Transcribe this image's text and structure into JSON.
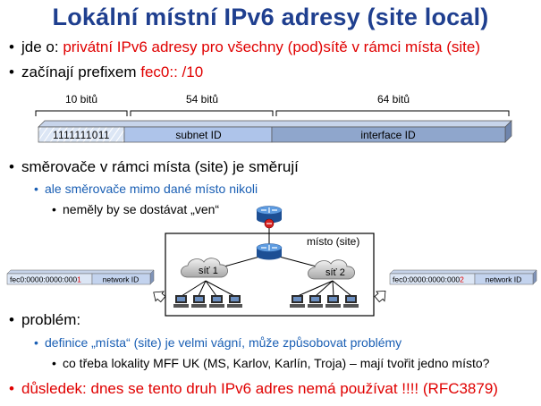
{
  "title": "Lokální místní IPv6 adresy (site local)",
  "bullets": {
    "b1_prefix": "jde o: ",
    "b1_red": "privátní IPv6 adresy pro všechny (pod)sítě v rámci místa (site)",
    "b2_prefix": "začínají prefixem ",
    "b2_red": "fec0:: /10",
    "b3": "směrovače v rámci místa (site) je směrují",
    "b3_sub1": "ale směrovače mimo dané místo nikoli",
    "b3_sub2": "neměly by se dostávat „ven“",
    "b4": "problém:",
    "b4_sub1": "definice „místa“ (site) je velmi vágní, může způsobovat problémy",
    "b4_sub2": "co třeba lokality MFF UK (MS, Karlov, Karlín, Troja) – mají tvořit jedno místo?",
    "b5": "důsledek: dnes se tento druh IPv6 adres nemá používat !!!! (RFC3879)"
  },
  "address_bar": {
    "width_labels": [
      "10 bitů",
      "54 bitů",
      "64 bitů"
    ],
    "prefix_bits": "1111111011",
    "subnet_label": "subnet ID",
    "interface_label": "interface ID"
  },
  "network": {
    "site_label": "místo (site)",
    "net1": "síť 1",
    "net2": "síť 2",
    "left_addr_prefix": "fec0:0000:0000:000",
    "left_addr_last": "1",
    "right_addr_prefix": "fec0:0000:0000:000",
    "right_addr_last": "2",
    "network_id": "network ID"
  },
  "colors": {
    "title": "#1f3f8f",
    "accent_red": "#e00000",
    "sub_blue": "#1a5fb4",
    "bar_light": "#dce6f5",
    "bar_subnet": "#aec4ea",
    "bar_interface": "#8fa6cc",
    "router_blue": "#2f6fb8",
    "router_red": "#d42020"
  }
}
